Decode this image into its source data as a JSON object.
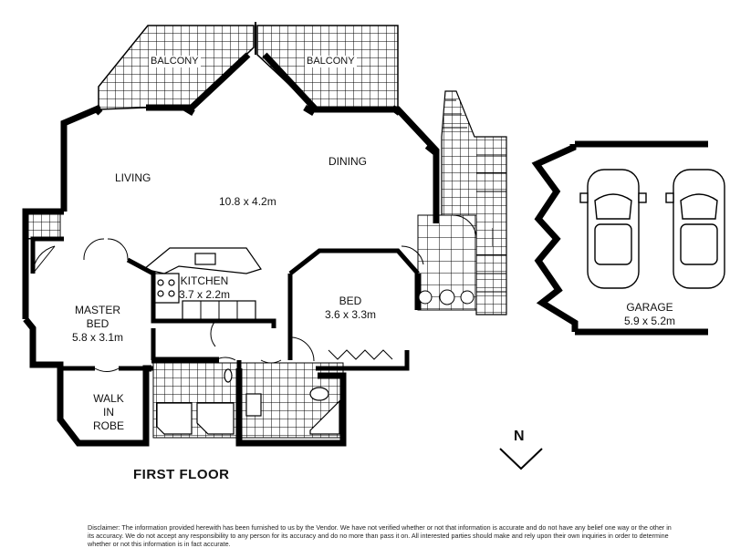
{
  "plan": {
    "balcony_left": "BALCONY",
    "balcony_right": "BALCONY",
    "living": "LIVING",
    "dining": "DINING",
    "living_dining_size": "10.8 x 4.2m",
    "kitchen": "KITCHEN",
    "kitchen_size": "3.7 x 2.2m",
    "bed": "BED",
    "bed_size": "3.6 x 3.3m",
    "master_bed_line1": "MASTER",
    "master_bed_line2": "BED",
    "master_bed_size": "5.8 x 3.1m",
    "walk_in_line1": "WALK",
    "walk_in_line2": "IN",
    "walk_in_line3": "ROBE",
    "garage": "GARAGE",
    "garage_size": "5.9 x 5.2m",
    "floor_title": "FIRST FLOOR",
    "north": "N"
  },
  "disclaimer": "Disclaimer:  The information provided herewith has been furnished to us by the Vendor. We have not verified whether or not that information is accurate and do not have any belief one way or the other in its accuracy. We do not accept any responsibility to any person for its accuracy and do no more than pass it on.  All interested parties should make and rely upon their own inquiries in order to determine whether or not this information is in fact accurate.",
  "colors": {
    "wall": "#000000",
    "tile": "#000000",
    "background": "#ffffff"
  }
}
